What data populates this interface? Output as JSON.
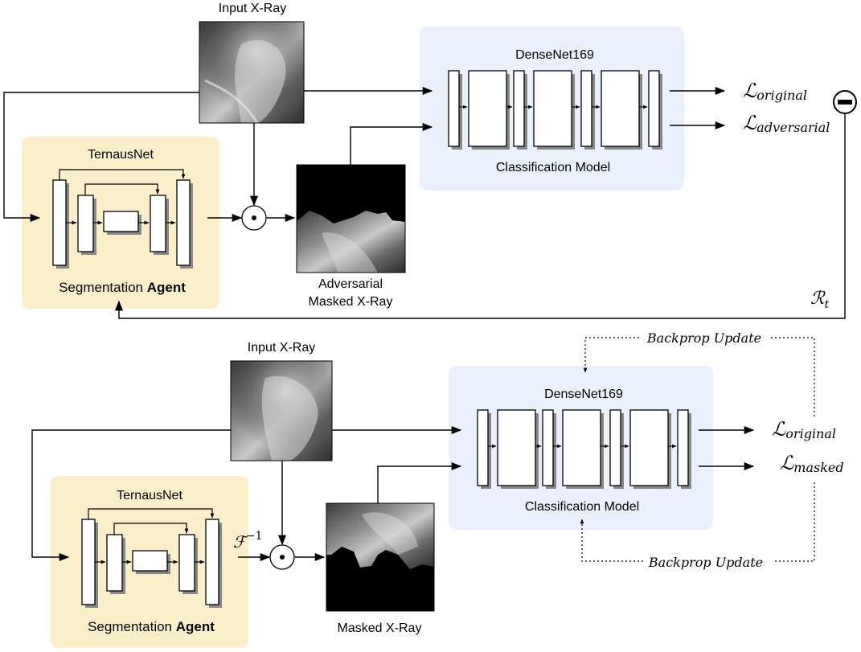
{
  "top": {
    "input_label": "Input X-Ray",
    "segmenter_title": "TernausNet",
    "segmenter_caption_plain": "Segmentation ",
    "segmenter_caption_bold": "Agent",
    "masked_caption_line1": "Adversarial",
    "masked_caption_line2": "Masked X-Ray",
    "classifier_title": "DenseNet169",
    "classifier_caption": "Classification Model",
    "loss_original_symbol": "ℒ",
    "loss_original_sub": "original",
    "loss_adversarial_symbol": "ℒ",
    "loss_adversarial_sub": "adversarial",
    "minus_symbol": "−",
    "reward_symbol": "ℛ",
    "reward_sub": "t",
    "multiply_symbol": "⊙"
  },
  "bottom": {
    "input_label": "Input X-Ray",
    "segmenter_title": "TernausNet",
    "segmenter_caption_plain": "Segmentation ",
    "segmenter_caption_bold": "Agent",
    "masked_caption": "Masked X-Ray",
    "classifier_title": "DenseNet169",
    "classifier_caption": "Classification Model",
    "backprop_top": "Backprop Update",
    "backprop_bottom": "Backprop Update",
    "loss_original_symbol": "ℒ",
    "loss_original_sub": "original",
    "loss_masked_symbol": "ℒ",
    "loss_masked_sub": "masked",
    "inverse_symbol": "ℱ",
    "inverse_sup": "−1",
    "multiply_symbol": "⊙"
  },
  "colors": {
    "segmenter_fill": "#fbefc9",
    "classifier_fill": "#eaf1fc",
    "line": "#000000"
  }
}
